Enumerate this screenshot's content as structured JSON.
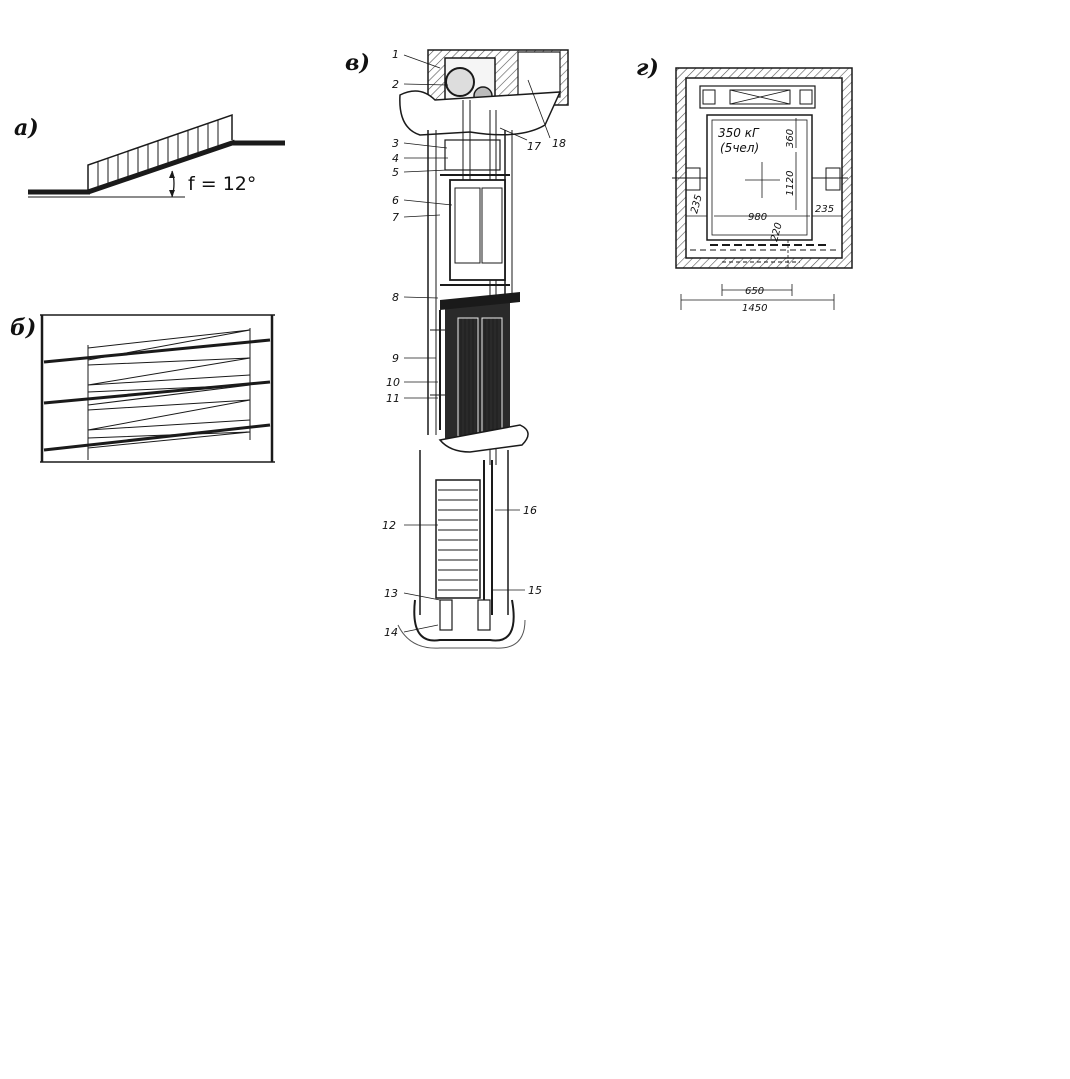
{
  "panels": {
    "a": {
      "label": "а)",
      "angle_text": "f = 12°"
    },
    "b": {
      "label": "б)"
    },
    "v": {
      "label": "в)",
      "callouts": [
        "1",
        "2",
        "3",
        "4",
        "5",
        "6",
        "7",
        "8",
        "9",
        "10",
        "11",
        "12",
        "13",
        "14",
        "15",
        "16",
        "17",
        "18"
      ]
    },
    "g": {
      "label": "г)",
      "capacity": "350 кГ",
      "persons": "(5чел)",
      "dims": {
        "d360": "360",
        "d1120": "1120",
        "d980": "980",
        "d235_left": "235",
        "d235_right": "235",
        "d220": "220",
        "d650": "650",
        "d1450": "1450"
      }
    }
  },
  "colors": {
    "ink": "#1a1a1a",
    "paper": "#ffffff",
    "fill_dark": "#2a2a2a",
    "hatch": "#555555"
  }
}
